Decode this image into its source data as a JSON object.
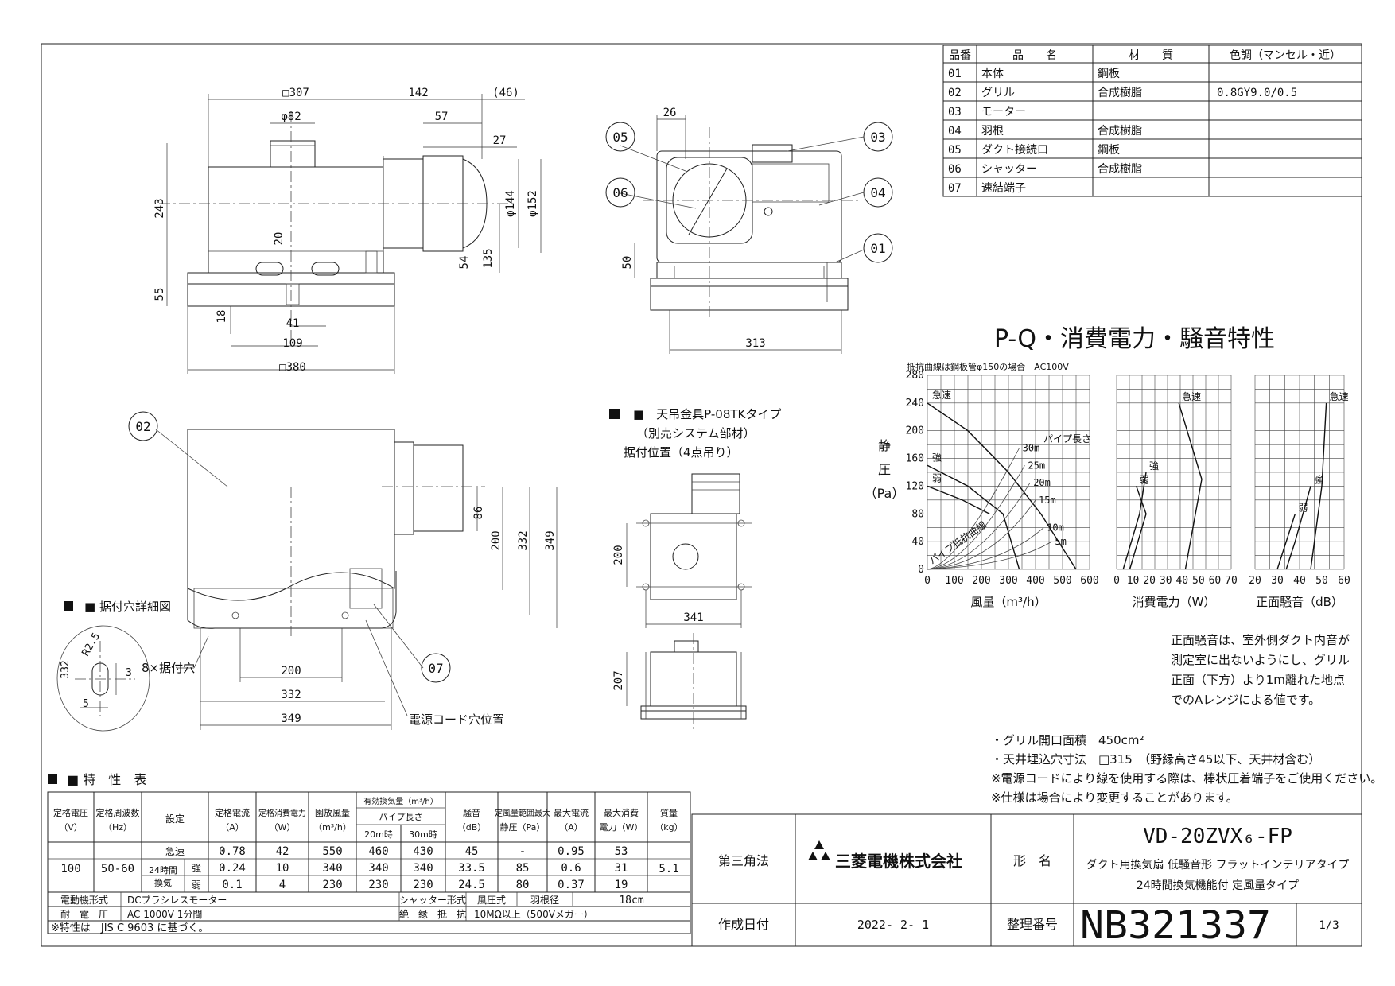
{
  "parts_table": {
    "headers": [
      "品番",
      "品　　名",
      "材　　質",
      "色調（マンセル・近）"
    ],
    "rows": [
      [
        "01",
        "本体",
        "鋼板",
        ""
      ],
      [
        "02",
        "グリル",
        "合成樹脂",
        "0.8GY9.0/0.5"
      ],
      [
        "03",
        "モーター",
        "",
        ""
      ],
      [
        "04",
        "羽根",
        "合成樹脂",
        ""
      ],
      [
        "05",
        "ダクト接続口",
        "鋼板",
        ""
      ],
      [
        "06",
        "シャッター",
        "合成樹脂",
        ""
      ],
      [
        "07",
        "速結端子",
        "",
        ""
      ]
    ]
  },
  "dims": {
    "sq307": "□307",
    "d142": "142",
    "d46": "(46)",
    "phi82": "φ82",
    "d57": "57",
    "d27": "27",
    "d243": "243",
    "d20": "20",
    "phi144": "φ144",
    "phi152": "φ152",
    "d54": "54",
    "d135": "135",
    "d55": "55",
    "d18": "18",
    "d41": "41",
    "d109": "109",
    "sq380": "□380",
    "d26": "26",
    "d50": "50",
    "d313": "313",
    "d86": "86",
    "d200": "200",
    "d332": "332",
    "d349": "349",
    "b200": "200",
    "b332": "332",
    "b349": "349",
    "h200": "200",
    "h341": "341",
    "h207": "207",
    "r25": "R2.5",
    "d3": "3",
    "d5": "5",
    "d332s": "332"
  },
  "callouts": {
    "c01": "01",
    "c02": "02",
    "c03": "03",
    "c04": "04",
    "c05": "05",
    "c06": "06",
    "c07": "07"
  },
  "labels": {
    "hole_detail": "■ 据付穴詳細図",
    "mount_holes": "8×据付穴",
    "cord_hole": "電源コード穴位置",
    "hanger1": "■　天吊金具P-08TKタイプ",
    "hanger2": "（別売システム部材）",
    "hanger3": "据付位置（4点吊り）"
  },
  "chart_title": "P-Q・消費電力・騒音特性",
  "chart_note": "抵抗曲線は鋼板管φ150の場合　AC100V",
  "chart_data": [
    {
      "type": "line",
      "xlabel": "風量（m³/h）",
      "ylabel": "静圧（Pa）",
      "ylabel_chars": [
        "静",
        "圧",
        "（Pa）"
      ],
      "xlim": [
        0,
        600
      ],
      "ylim": [
        0,
        280
      ],
      "xticks": [
        "0",
        "100",
        "200",
        "300",
        "400",
        "500",
        "600"
      ],
      "yticks": [
        "0",
        "40",
        "80",
        "120",
        "160",
        "200",
        "240",
        "280"
      ],
      "series": [
        {
          "name": "急速",
          "x": [
            0,
            150,
            300,
            420,
            550
          ],
          "y": [
            240,
            200,
            140,
            80,
            0
          ]
        },
        {
          "name": "強",
          "x": [
            0,
            150,
            280,
            340
          ],
          "y": [
            150,
            120,
            80,
            0
          ]
        },
        {
          "name": "弱",
          "x": [
            0,
            130,
            230
          ],
          "y": [
            120,
            100,
            80
          ]
        }
      ],
      "resistance": [
        "30m",
        "25m",
        "20m",
        "15m",
        "10m",
        "5m"
      ],
      "resistance_title": "パイプ長さ",
      "resistance_label": "パイプ抵抗曲線"
    },
    {
      "type": "line",
      "xlabel": "消費電力（W）",
      "xlim": [
        0,
        70
      ],
      "ylim": [
        0,
        280
      ],
      "xticks": [
        "0",
        "10",
        "20",
        "30",
        "40",
        "50",
        "60",
        "70"
      ],
      "series": [
        {
          "name": "急速",
          "x": [
            38,
            52,
            42
          ],
          "y": [
            240,
            130,
            0
          ]
        },
        {
          "name": "強",
          "x": [
            18,
            14,
            4
          ],
          "y": [
            140,
            80,
            0
          ]
        },
        {
          "name": "弱",
          "x": [
            12,
            18,
            8
          ],
          "y": [
            120,
            80,
            0
          ]
        }
      ]
    },
    {
      "type": "line",
      "xlabel": "正面騒音（dB）",
      "xlim": [
        20,
        60
      ],
      "ylim": [
        0,
        280
      ],
      "xticks": [
        "20",
        "30",
        "40",
        "50",
        "60"
      ],
      "series": [
        {
          "name": "急速",
          "x": [
            52,
            50,
            45
          ],
          "y": [
            240,
            120,
            0
          ]
        },
        {
          "name": "強",
          "x": [
            45,
            38,
            34
          ],
          "y": [
            120,
            40,
            0
          ]
        },
        {
          "name": "弱",
          "x": [
            38,
            30
          ],
          "y": [
            80,
            0
          ]
        }
      ]
    }
  ],
  "noise_note": [
    "正面騒音は、室外側ダクト内音が",
    "測定室に出ないようにし、グリル",
    "正面（下方）より1m離れた地点",
    "でのAレンジによる値です。"
  ],
  "notes": [
    "・グリル開口面積　450cm²",
    "・天井埋込穴寸法　□315　（野縁高さ45以下、天井材含む）",
    "※電源コードにより線を使用する際は、棒状圧着端子をご使用ください。",
    "※仕様は場合により変更することがあります。"
  ],
  "spec": {
    "title": "■ 特　性　表",
    "h_voltage": "定格電圧",
    "h_voltage_u": "（V）",
    "h_freq": "定格周波数",
    "h_freq_u": "（Hz）",
    "h_setting": "設定",
    "h_current": "定格電流",
    "h_current_u": "（A）",
    "h_power": "定格消費電力",
    "h_power_u": "（W）",
    "h_airflow": "園放風量",
    "h_airflow_u": "（m³/h）",
    "h_effective": "有効換気量（m³/h）",
    "h_pipe": "パイプ長さ",
    "h_20m": "20m時",
    "h_30m": "30m時",
    "h_noise": "騒音",
    "h_noise_u": "（dB）",
    "h_static": "定風量範囲最大",
    "h_static_u": "静圧（Pa）",
    "h_maxcur": "最大電流",
    "h_maxcur_u": "（A）",
    "h_maxpow": "最大消費",
    "h_maxpow_u": "電力（W）",
    "h_mass": "質量",
    "h_mass_u": "（kg）",
    "voltage": "100",
    "freq": "50-60",
    "mass": "5.1",
    "set_24h": "24時間",
    "set_vent": "換気",
    "rows": [
      {
        "set": "急速",
        "current": "0.78",
        "power": "42",
        "airflow": "550",
        "m20": "460",
        "m30": "430",
        "noise": "45",
        "static": "-",
        "maxcur": "0.95",
        "maxpow": "53"
      },
      {
        "set": "強",
        "current": "0.24",
        "power": "10",
        "airflow": "340",
        "m20": "340",
        "m30": "340",
        "noise": "33.5",
        "static": "85",
        "maxcur": "0.6",
        "maxpow": "31"
      },
      {
        "set": "弱",
        "current": "0.1",
        "power": "4",
        "airflow": "230",
        "m20": "230",
        "m30": "230",
        "noise": "24.5",
        "static": "80",
        "maxcur": "0.37",
        "maxpow": "19"
      }
    ],
    "motor_l": "電動機形式",
    "motor_v": "DCブラシレスモーター",
    "shutter_l": "シャッター形式",
    "shutter_v": "風圧式",
    "blade_l": "羽根径",
    "blade_v": "18cm",
    "withstand_l": "耐　電　圧",
    "withstand_v": "AC 1000V 1分間",
    "insul_l": "絶　縁　抵　抗",
    "insul_v": "10MΩ以上（500Vメガー）",
    "jis": "※特性は　JIS C 9603 に基づく。"
  },
  "title_block": {
    "projection": "第三角法",
    "company": "三菱電機株式会社",
    "model_label": "形　名",
    "model": "VD-20ZVX₆-FP",
    "desc1": "ダクト用換気扇 低騒音形 フラットインテリアタイプ",
    "desc2": "24時間換気機能付 定風量タイプ",
    "date_label": "作成日付",
    "date": "2022- 2- 1",
    "number_label": "整理番号",
    "number": "NB321337",
    "page": "1/3"
  }
}
